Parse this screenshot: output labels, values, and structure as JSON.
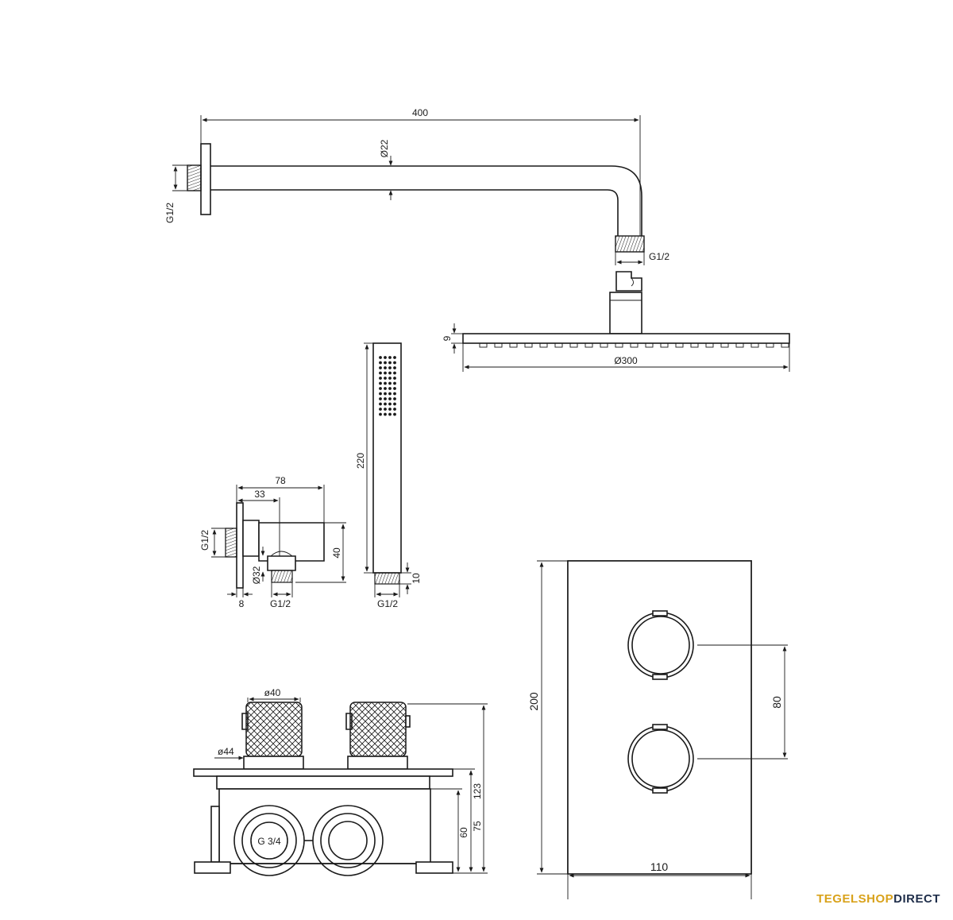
{
  "dimensions": {
    "arm_length": "400",
    "arm_diameter": "Ø22",
    "arm_thread_wall": "G1/2",
    "arm_thread_end": "G1/2",
    "head_thickness": "9",
    "head_diameter": "Ø300",
    "hand_length": "220",
    "hand_thread_length": "10",
    "hand_thread": "G1/2",
    "elbow_total": "78",
    "elbow_offset": "33",
    "elbow_height": "40",
    "elbow_outlet_diameter": "Ø32",
    "elbow_plate": "8",
    "elbow_thread_wall": "G1/2",
    "elbow_thread_outlet": "G1/2",
    "knob_diameter": "ø40",
    "rosette_diameter": "ø44",
    "box_height_total": "123",
    "box_height_mid": "75",
    "box_height_body": "60",
    "box_inlet": "G 3/4",
    "plate_height": "200",
    "plate_width": "110",
    "knob_spacing": "80"
  },
  "brand": {
    "part1": "TEGELSHOP",
    "part2": "DIRECT"
  }
}
